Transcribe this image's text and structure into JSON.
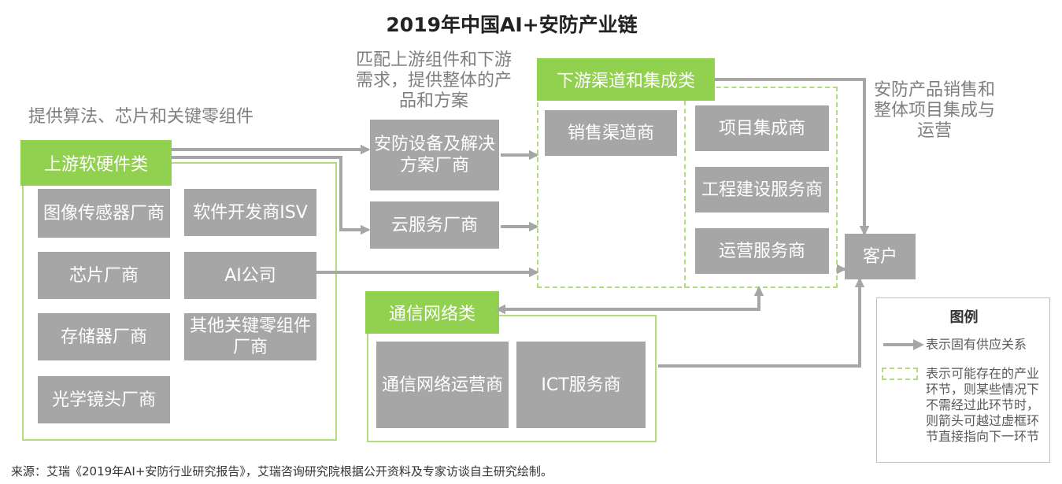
{
  "title": "2019年中国AI+安防产业链",
  "notes": {
    "upstream": "提供算法、芯片和关键零组件",
    "midstream": "匹配上游组件和下游需求，提供整体的产品和方案",
    "customer": "安防产品销售和整体项目集成与运营"
  },
  "groups": {
    "upstream": {
      "label": "上游软硬件类",
      "items": [
        "图像传感器厂商",
        "软件开发商ISV",
        "芯片厂商",
        "AI公司",
        "存储器厂商",
        "其他关键零组件厂商",
        "光学镜头厂商"
      ]
    },
    "midstream": {
      "items": [
        "安防设备及解决方案厂商",
        "云服务厂商"
      ]
    },
    "downstream": {
      "label": "下游渠道和集成类",
      "items": [
        "销售渠道商",
        "项目集成商",
        "工程建设服务商",
        "运营服务商"
      ]
    },
    "network": {
      "label": "通信网络类",
      "items": [
        "通信网络运营商",
        "ICT服务商"
      ]
    },
    "customer": "客户"
  },
  "legend": {
    "title": "图例",
    "arrow_text": "表示固有供应关系",
    "dash_text": "表示可能存在的产业环节，则某些情况下不需经过此环节时，则箭头可越过虚框环节直接指向下一环节"
  },
  "source": "来源：艾瑞《2019年AI+安防行业研究报告》，艾瑞咨询研究院根据公开资料及专家访谈自主研究绘制。",
  "colors": {
    "green": "#92d050",
    "gray_box": "#a6a6a6",
    "arrow": "#a6a6a6"
  }
}
